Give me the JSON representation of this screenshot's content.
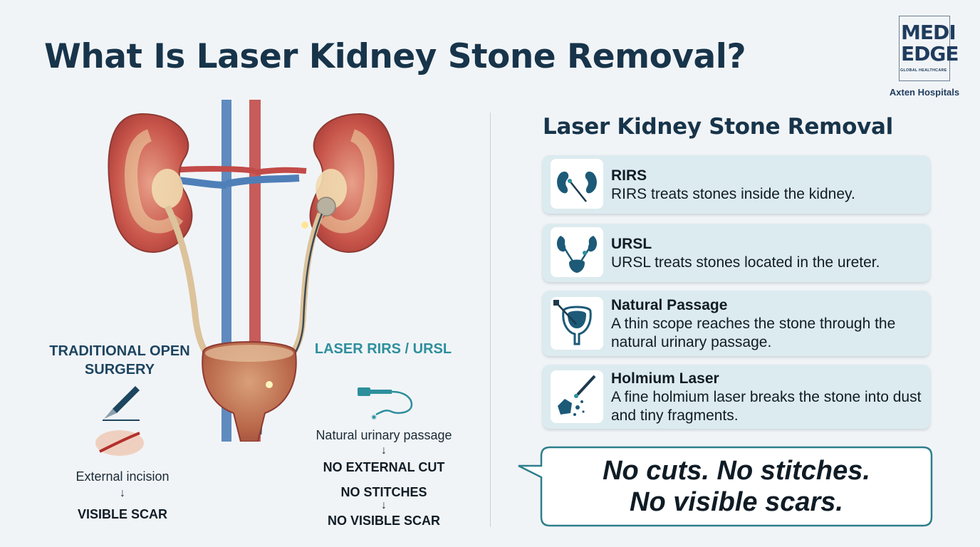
{
  "title": "What Is Laser Kidney Stone Removal?",
  "logo": {
    "line1": "MEDI",
    "line2": "EDGE",
    "sub": "GLOBAL HEALTHCARE",
    "hospital": "Axten Hospitals"
  },
  "left": {
    "traditional": {
      "title": "TRADITIONAL OPEN SURGERY",
      "step1": "External incision",
      "arrow": "↓",
      "result": "VISIBLE SCAR"
    },
    "laser": {
      "title": "LASER RIRS / URSL",
      "step1": "Natural urinary passage",
      "arrow": "↓",
      "result1": "NO EXTERNAL CUT",
      "result2": "NO STITCHES",
      "arrow2": "↓",
      "result3": "NO VISIBLE SCAR"
    }
  },
  "right": {
    "title": "Laser Kidney Stone Removal",
    "cards": [
      {
        "icon": "kidney-scope-icon",
        "title": "RIRS",
        "desc": "RIRS treats stones inside the kidney."
      },
      {
        "icon": "urinary-tract-icon",
        "title": "URSL",
        "desc": "URSL treats stones located in the ureter."
      },
      {
        "icon": "bladder-scope-icon",
        "title": "Natural Passage",
        "desc": "A thin scope reaches the stone through the natural urinary passage."
      },
      {
        "icon": "laser-stone-icon",
        "title": "Holmium Laser",
        "desc": "A fine holmium laser breaks the stone into dust and tiny fragments."
      }
    ]
  },
  "callout": {
    "line1": "No cuts. No stitches.",
    "line2": "No visible scars."
  },
  "colors": {
    "navy": "#17344a",
    "teal": "#2d8f9c",
    "card_bg": "#dcebef"
  }
}
